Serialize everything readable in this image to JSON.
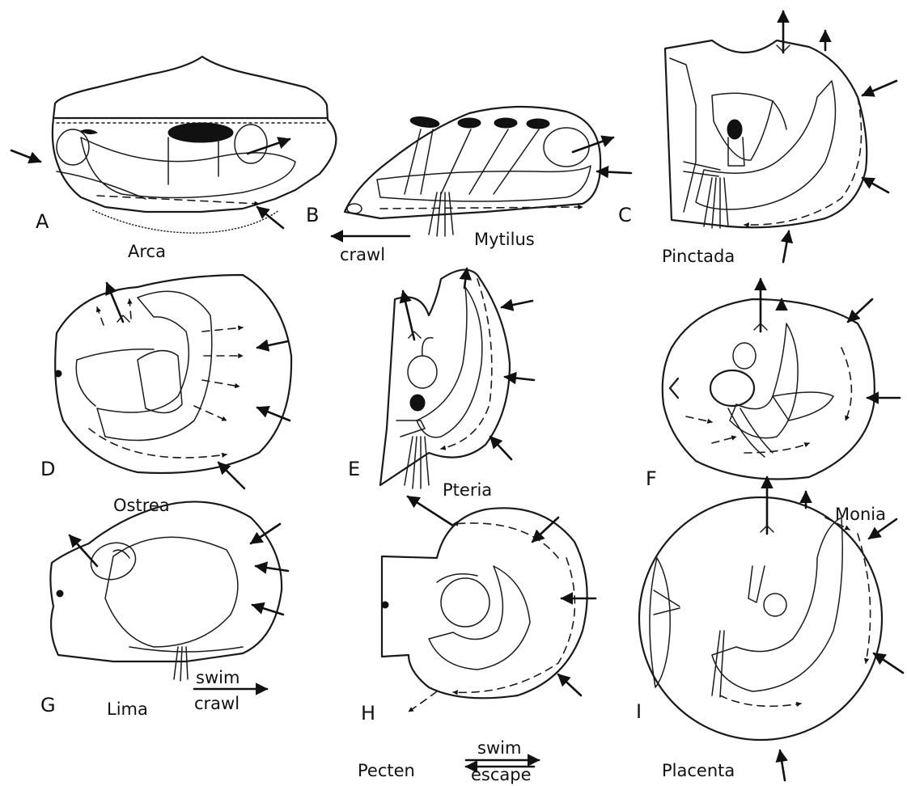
{
  "panels": [
    {
      "letter": "A",
      "name": "Arca"
    },
    {
      "letter": "B",
      "name": "Mytilus"
    },
    {
      "letter": "C",
      "name": "Pinctada"
    },
    {
      "letter": "D",
      "name": "Ostrea"
    },
    {
      "letter": "E",
      "name": "Pteria"
    },
    {
      "letter": "F",
      "name": "Monia"
    },
    {
      "letter": "G",
      "name": "Lima"
    },
    {
      "letter": "H",
      "name": "Pecten"
    },
    {
      "letter": "I",
      "name": "Placenta"
    }
  ],
  "motion_labels": {
    "mytilus": "crawl",
    "lima_top": "swim",
    "lima_bottom": "crawl",
    "pecten_top": "swim",
    "pecten_bottom": "escape"
  }
}
